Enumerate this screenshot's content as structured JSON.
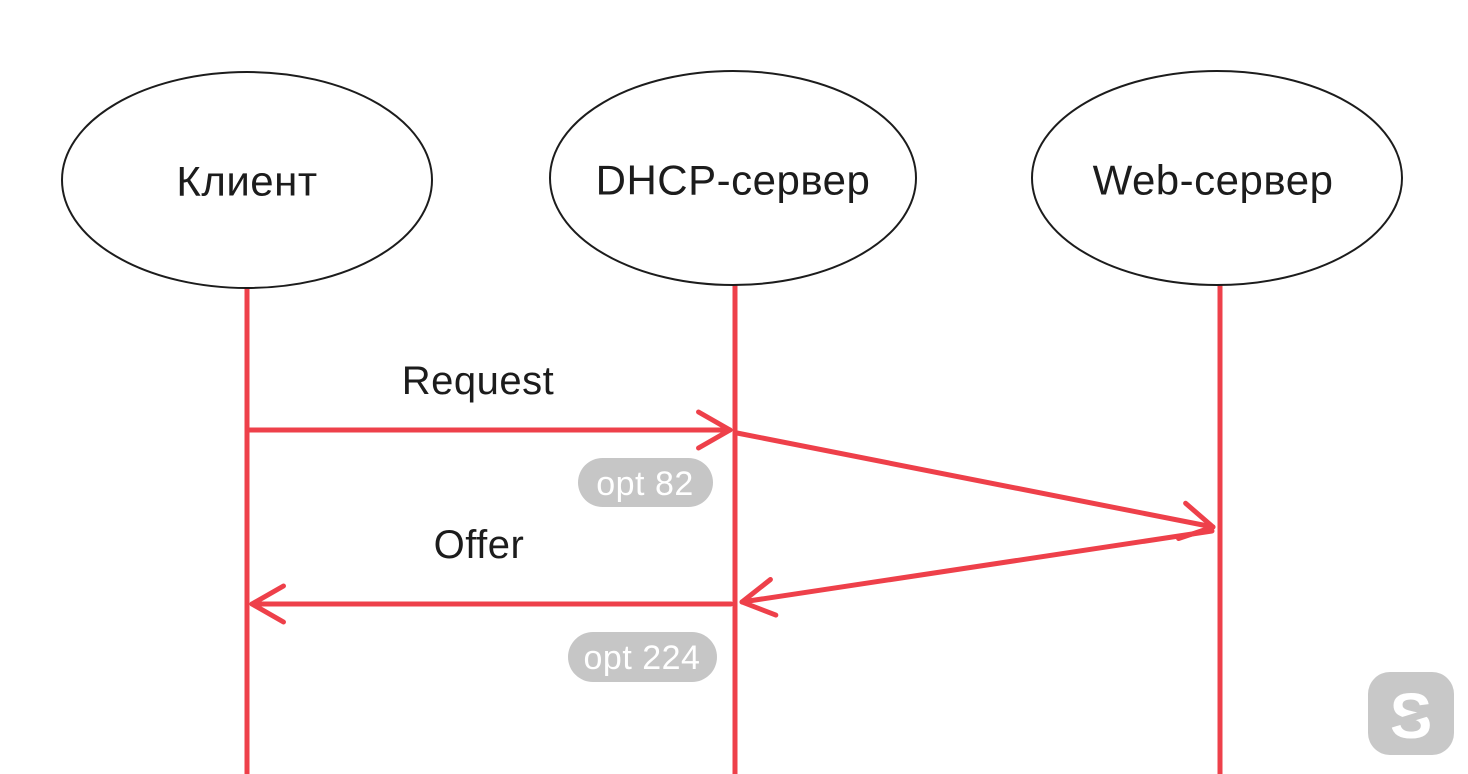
{
  "colors": {
    "red": "#EE404A",
    "ink": "#1C1C1C",
    "badge": "#C6C6C6",
    "logo": "#C8C8C8",
    "bg": "#FFFFFF"
  },
  "actors": [
    {
      "label": "Клиент"
    },
    {
      "label": "DHCP-сервер"
    },
    {
      "label": "Web-сервер"
    }
  ],
  "messages": [
    {
      "label": "Request",
      "badge": "opt 82",
      "from": "Клиент",
      "to": "DHCP-сервер"
    },
    {
      "label": "Offer",
      "badge": "opt 224",
      "from": "DHCP-сервер",
      "to": "Клиент"
    }
  ],
  "watermark": "S"
}
